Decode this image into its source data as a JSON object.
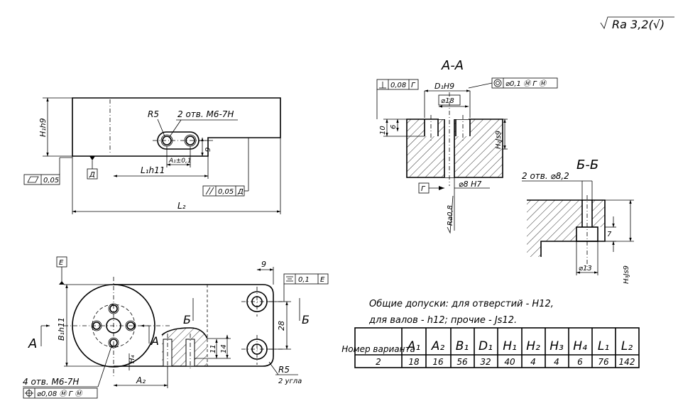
{
  "roughness": "Ra 3,2(√)",
  "section_aa": "А-А",
  "section_bb": "Б-Б",
  "top_view": {
    "h1": "H₁h9",
    "r5": "R5",
    "holes": "2 отв. M6-7H",
    "flat": "0,05",
    "datum_d": "Д",
    "a1": "A₁±0,1",
    "nine": "9",
    "l1": "L₁h11",
    "par_val": "0,05",
    "par_datum": "Д",
    "l2": "L₂"
  },
  "aa": {
    "perp_val": "0,08",
    "perp_datum": "Г",
    "d1": "D₁H9",
    "coax": "⌀0,1 Ⓜ Г Ⓜ",
    "d18": "⌀18",
    "ten": "10",
    "six": "6",
    "h2": "H₂Js9",
    "datum_g": "Г",
    "d8": "⌀8 H7",
    "ra": "Ra0,8"
  },
  "bb": {
    "holes": "2 отв. ⌀8,2",
    "seven": "7",
    "d13": "⌀13",
    "h3": "H₃Js9"
  },
  "front_view": {
    "datum_e": "E",
    "nine": "9",
    "sym_val": "0,1",
    "sym_datum": "E",
    "b1": "B₁h11",
    "a": "A",
    "b": "Б",
    "twentyeight": "28",
    "eleven": "11",
    "fourteen": "14",
    "h4": "H₄",
    "a2": "A₂",
    "holes": "4 отв. M6-7H",
    "pos": "⌀0,08 Ⓜ Г Ⓜ",
    "r5": "R5",
    "corners": "2 угла"
  },
  "notes": {
    "line1": "Общие допуски: для отверстий - H12,",
    "line2": "для валов - h12; прочие - Js12."
  },
  "table": {
    "headers": [
      "Номер варианта",
      "A₁",
      "A₂",
      "B₁",
      "D₁",
      "H₁",
      "H₂",
      "H₃",
      "H₄",
      "L₁",
      "L₂"
    ],
    "row": [
      "2",
      "18",
      "16",
      "56",
      "32",
      "40",
      "4",
      "4",
      "6",
      "76",
      "142"
    ]
  }
}
